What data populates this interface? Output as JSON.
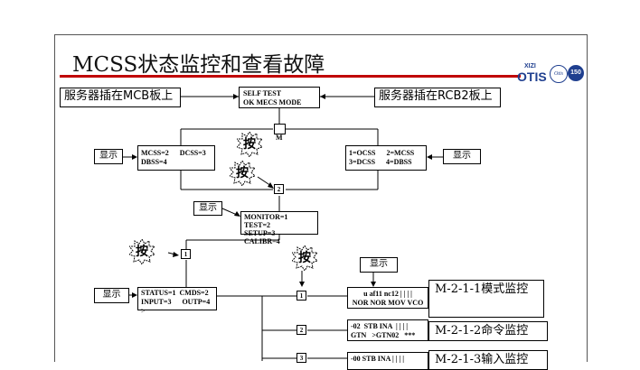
{
  "slide": {
    "title": "MCSS状态监控和查看故障",
    "logo": {
      "brand_top": "XIZI",
      "brand_main": "OTIS",
      "badge_circle": "Otis",
      "badge_number": "150"
    }
  },
  "callouts": {
    "mcb": "服务器插在MCB板上",
    "rcb2": "服务器插在RCB2板上",
    "show1": "显示",
    "show2": "显示",
    "show3": "显示",
    "show4": "显示",
    "show5": "显示"
  },
  "press_label": "按",
  "boxes": {
    "selftest": [
      "SELF TEST",
      "OK MECS MODE"
    ],
    "left_mcss": [
      "MCSS=2      DCSS=3",
      "DBSS=4"
    ],
    "right_ocss": [
      "1=OCSS      2=MCSS",
      "3=DCSS      4=DBSS"
    ],
    "monitor": [
      "MONITOR=1",
      "TEST=2",
      "SETUP=3",
      "CALIBR=4"
    ],
    "status": [
      "STATUS=1  CMDS=2",
      "INPUT=3      OUTP=4",
      ">"
    ],
    "m211": [
      "u af11 nc12 | | | |",
      "NOR NOR MOV VCO"
    ],
    "m212": [
      "-02  STB INA  | | | |",
      "GTN   >GTN02   ***"
    ],
    "m213": [
      "-00 STB INA | | | |"
    ]
  },
  "numbers": {
    "m": "M",
    "two": "2",
    "one_left": "1",
    "one_right": "1",
    "two_right": "2",
    "three_right": "3"
  },
  "labels": {
    "m211": "M-2-1-1模式监控",
    "m212": "M-2-1-2命令监控",
    "m213": "M-2-1-3输入监控"
  }
}
